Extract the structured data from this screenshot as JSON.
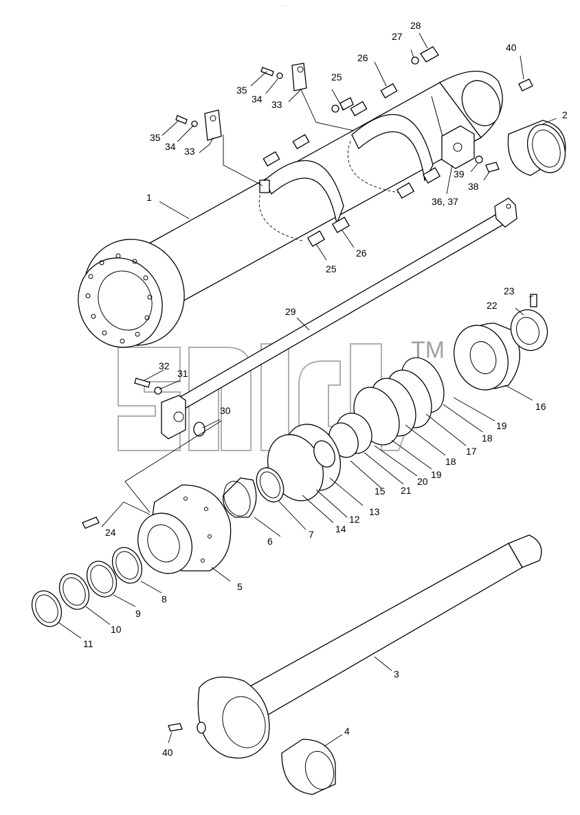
{
  "header": {
    "mark": "·· ···"
  },
  "watermark": {
    "tm": "TM"
  },
  "labels": {
    "p1": "1",
    "p2": "2",
    "p3": "3",
    "p4": "4",
    "p5": "5",
    "p6": "6",
    "p7": "7",
    "p8": "8",
    "p9": "9",
    "p10": "10",
    "p11": "11",
    "p12": "12",
    "p13": "13",
    "p14": "14",
    "p15": "15",
    "p16": "16",
    "p17": "17",
    "p18a": "18",
    "p18b": "18",
    "p19a": "19",
    "p19b": "19",
    "p20": "20",
    "p21": "21",
    "p22": "22",
    "p23": "23",
    "p24": "24",
    "p25a": "25",
    "p25b": "25",
    "p26a": "26",
    "p26b": "26",
    "p27": "27",
    "p28": "28",
    "p29": "29",
    "p30": "30",
    "p31": "31",
    "p32": "32",
    "p33a": "33",
    "p33b": "33",
    "p34a": "34",
    "p34b": "34",
    "p35a": "35",
    "p35b": "35",
    "p3637": "36, 37",
    "p38": "38",
    "p39": "39",
    "p40a": "40",
    "p40b": "40"
  }
}
